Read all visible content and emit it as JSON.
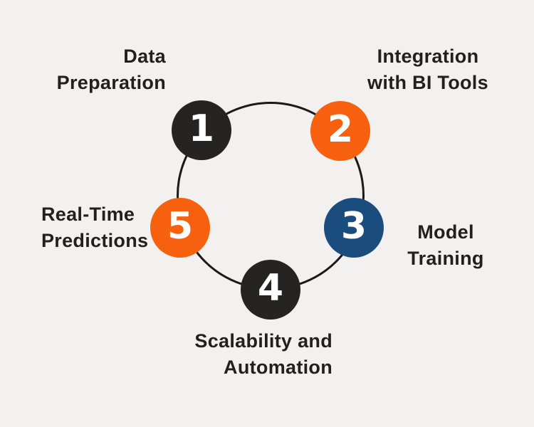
{
  "diagram": {
    "type": "circular-process",
    "step_count": 5,
    "colors": {
      "background": "#F2F1EF",
      "ring_stroke": "#1A1A1A",
      "dark_circle": "#262323",
      "orange_circle": "#F7600E",
      "blue_circle": "#1B4C7E",
      "label_text": "#211F1F",
      "number_text": "#FFFFFF"
    },
    "steps": [
      {
        "number": "1",
        "title": "Data Preparation",
        "lines": [
          "Data",
          "Preparation"
        ],
        "color": "#262323",
        "position": "top-left"
      },
      {
        "number": "2",
        "title": "Integration with BI Tools",
        "lines": [
          "Integration",
          "with BI Tools"
        ],
        "color": "#F7600E",
        "position": "top-right"
      },
      {
        "number": "3",
        "title": "Model Training",
        "lines": [
          "Model",
          "Training"
        ],
        "color": "#1B4C7E",
        "position": "right"
      },
      {
        "number": "4",
        "title": "Scalability and Automation",
        "lines": [
          "Scalability and",
          "Automation"
        ],
        "color": "#262323",
        "position": "bottom"
      },
      {
        "number": "5",
        "title": "Real-Time Predictions",
        "lines": [
          "Real-Time",
          "Predictions"
        ],
        "color": "#F7600E",
        "position": "left"
      }
    ]
  }
}
